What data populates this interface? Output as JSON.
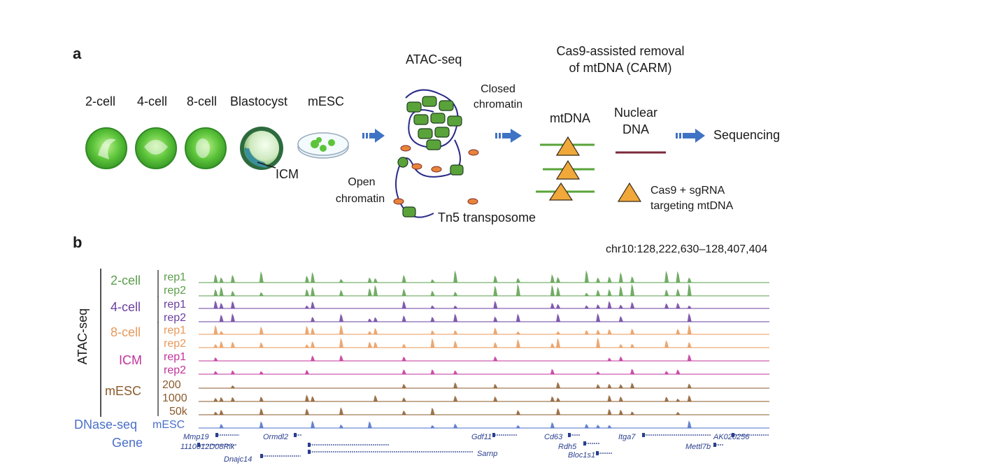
{
  "panel_a": {
    "label": "a",
    "stages": [
      "2-cell",
      "4-cell",
      "8-cell",
      "Blastocyst",
      "mESC"
    ],
    "icm": "ICM",
    "atac_title": "ATAC-seq",
    "closed_line1": "Closed",
    "closed_line2": "chromatin",
    "open_line1": "Open",
    "open_line2": "chromatin",
    "tn5": "Tn5 transposome",
    "carm_line1": "Cas9-assisted removal",
    "carm_line2": "of mtDNA (CARM)",
    "mtdna": "mtDNA",
    "nuclear_line1": "Nuclear",
    "nuclear_line2": "DNA",
    "sequencing": "Sequencing",
    "cas9_line1": "Cas9 + sgRNA",
    "cas9_line2": "targeting mtDNA"
  },
  "panel_b": {
    "label": "b",
    "coords": "chr10:128,222,630–128,407,404",
    "atac_label": "ATAC-seq",
    "groups": [
      {
        "name": "2-cell",
        "color": "#5a9e4b",
        "tracks": [
          "rep1",
          "rep2"
        ]
      },
      {
        "name": "4-cell",
        "color": "#6a3fa0",
        "tracks": [
          "rep1",
          "rep2"
        ]
      },
      {
        "name": "8-cell",
        "color": "#e8995a",
        "tracks": [
          "rep1",
          "rep2"
        ]
      },
      {
        "name": "ICM",
        "color": "#c2339a",
        "tracks": [
          "rep1",
          "rep2"
        ]
      },
      {
        "name": "mESC",
        "color": "#8b5a2b",
        "tracks": [
          "200",
          "1000",
          "50k"
        ]
      }
    ],
    "dnase_label": "DNase-seq",
    "dnase_track": "mESC",
    "dnase_color": "#4a6fc7",
    "gene_label": "Gene",
    "genes_row1": [
      "Mmp19",
      "Ormdl2",
      "Gdf11",
      "Cd63",
      "Itga7",
      "AK020256"
    ],
    "genes_row2": [
      "1110012D08Rik",
      "Rdh5",
      "Mettl7b"
    ],
    "genes_row3": [
      "Dnajc14",
      "Sarnp",
      "Bloc1s1"
    ]
  }
}
